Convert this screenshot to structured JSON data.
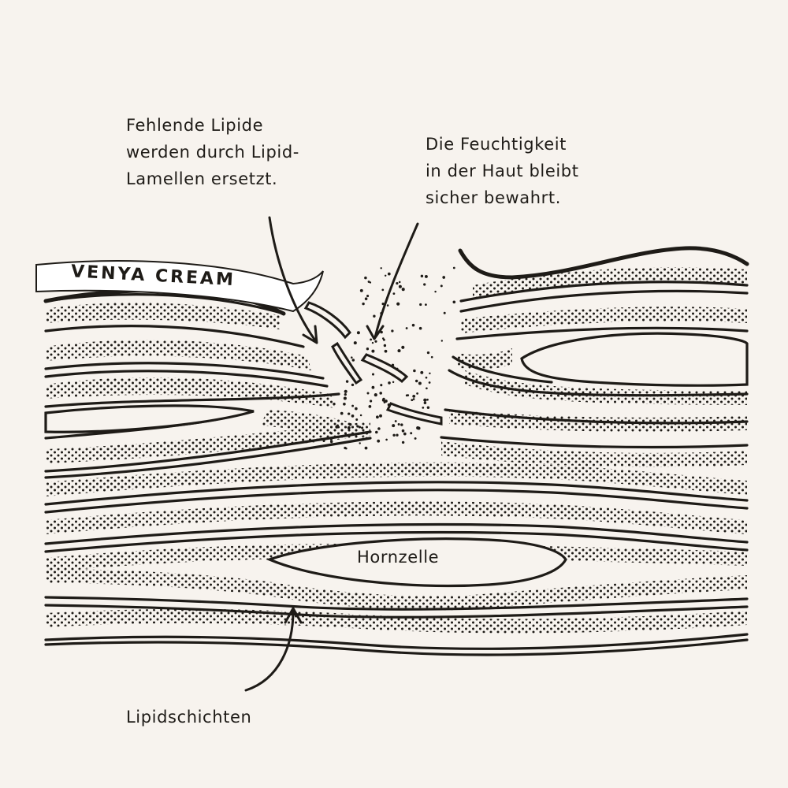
{
  "labels": {
    "missing_lipids": [
      "Fehlende Lipide",
      "werden durch Lipid-",
      "Lamellen ersetzt."
    ],
    "moisture": [
      "Die Feuchtigkeit",
      "in der Haut bleibt",
      "sicher bewahrt."
    ],
    "horn_cell": "Hornzelle",
    "lipid_layers": "Lipidschichten",
    "cream_band": "VENYA CREAM"
  },
  "colors": {
    "background": "#f7f3ee",
    "ink": "#1e1b17"
  }
}
